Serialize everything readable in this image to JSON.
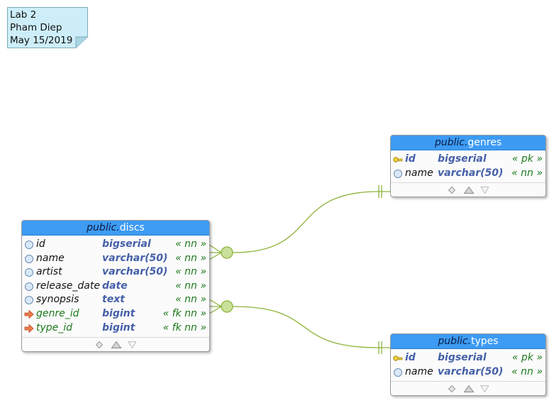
{
  "note": {
    "lines": [
      "Lab 2",
      "Pham Diep",
      "May 15/2019"
    ]
  },
  "tables": {
    "discs": {
      "schema": "public.",
      "name": "discs",
      "columns": [
        {
          "name": "id",
          "type": "bigserial",
          "key": "« nn »",
          "icon": "column-circle-icon"
        },
        {
          "name": "name",
          "type": "varchar(50)",
          "key": "« nn »",
          "icon": "column-circle-icon"
        },
        {
          "name": "artist",
          "type": "varchar(50)",
          "key": "« nn »",
          "icon": "column-circle-icon"
        },
        {
          "name": "release_date",
          "type": "date",
          "key": "« nn »",
          "icon": "column-circle-icon"
        },
        {
          "name": "synopsis",
          "type": "text",
          "key": "« nn »",
          "icon": "column-circle-icon"
        },
        {
          "name": "genre_id",
          "type": "bigint",
          "key": "« fk nn »",
          "icon": "foreign-key-arrow-icon"
        },
        {
          "name": "type_id",
          "type": "bigint",
          "key": "« fk nn »",
          "icon": "foreign-key-arrow-icon"
        }
      ]
    },
    "genres": {
      "schema": "public.",
      "name": "genres",
      "columns": [
        {
          "name": "id",
          "type": "bigserial",
          "key": "« pk »",
          "icon": "primary-key-icon"
        },
        {
          "name": "name",
          "type": "varchar(50)",
          "key": "« nn »",
          "icon": "column-circle-icon"
        }
      ]
    },
    "types": {
      "schema": "public.",
      "name": "types",
      "columns": [
        {
          "name": "id",
          "type": "bigserial",
          "key": "« pk »",
          "icon": "primary-key-icon"
        },
        {
          "name": "name",
          "type": "varchar(50)",
          "key": "« nn »",
          "icon": "column-circle-icon"
        }
      ]
    }
  },
  "relationships": [
    {
      "from": "discs.genre_id",
      "to": "genres.id"
    },
    {
      "from": "discs.type_id",
      "to": "types.id"
    }
  ],
  "colors": {
    "header": "#3d9bf3",
    "schema_text": "#0d1a45",
    "type_text": "#4560a8",
    "key_text": "#1f7a1f",
    "connector": "#8db33a",
    "note_fill": "#cdeef9"
  }
}
